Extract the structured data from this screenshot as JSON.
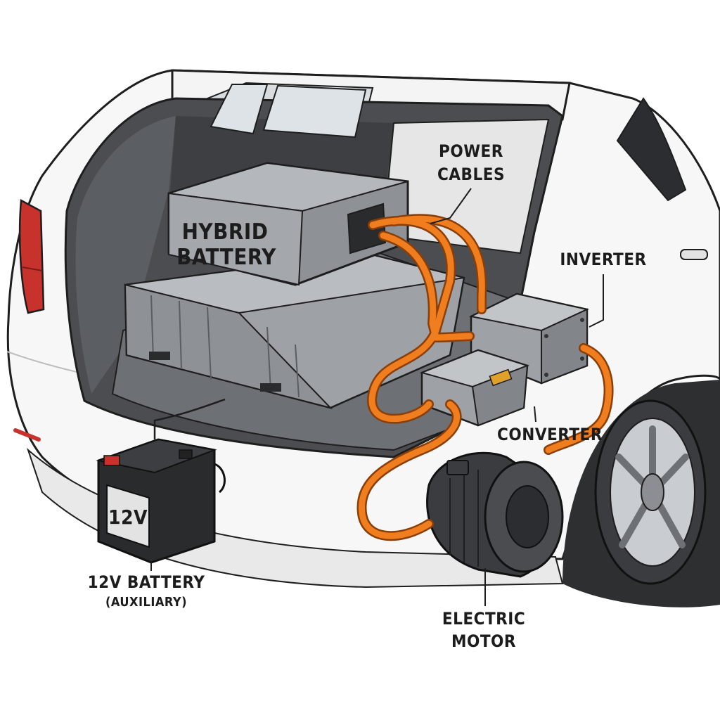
{
  "labels": {
    "hybrid_battery_line1": "HYBRID",
    "hybrid_battery_line2": "BATTERY",
    "power_cables_line1": "POWER",
    "power_cables_line2": "CABLES",
    "inverter": "INVERTER",
    "converter": "CONVERTER",
    "aux_battery_line1": "12V BATTERY",
    "aux_battery_line2": "(AUXILIARY)",
    "aux_battery_face": "12V",
    "electric_motor_line1": "ELECTRIC",
    "electric_motor_line2": "MOTOR"
  },
  "colors": {
    "cable_orange": "#f07d1e",
    "cable_outline": "#8a3e08",
    "battery_gray": "#9ea2a6",
    "body_white": "#f7f7f7",
    "tail_light_red": "#c8322d",
    "line_dark": "#1e1e1e"
  }
}
